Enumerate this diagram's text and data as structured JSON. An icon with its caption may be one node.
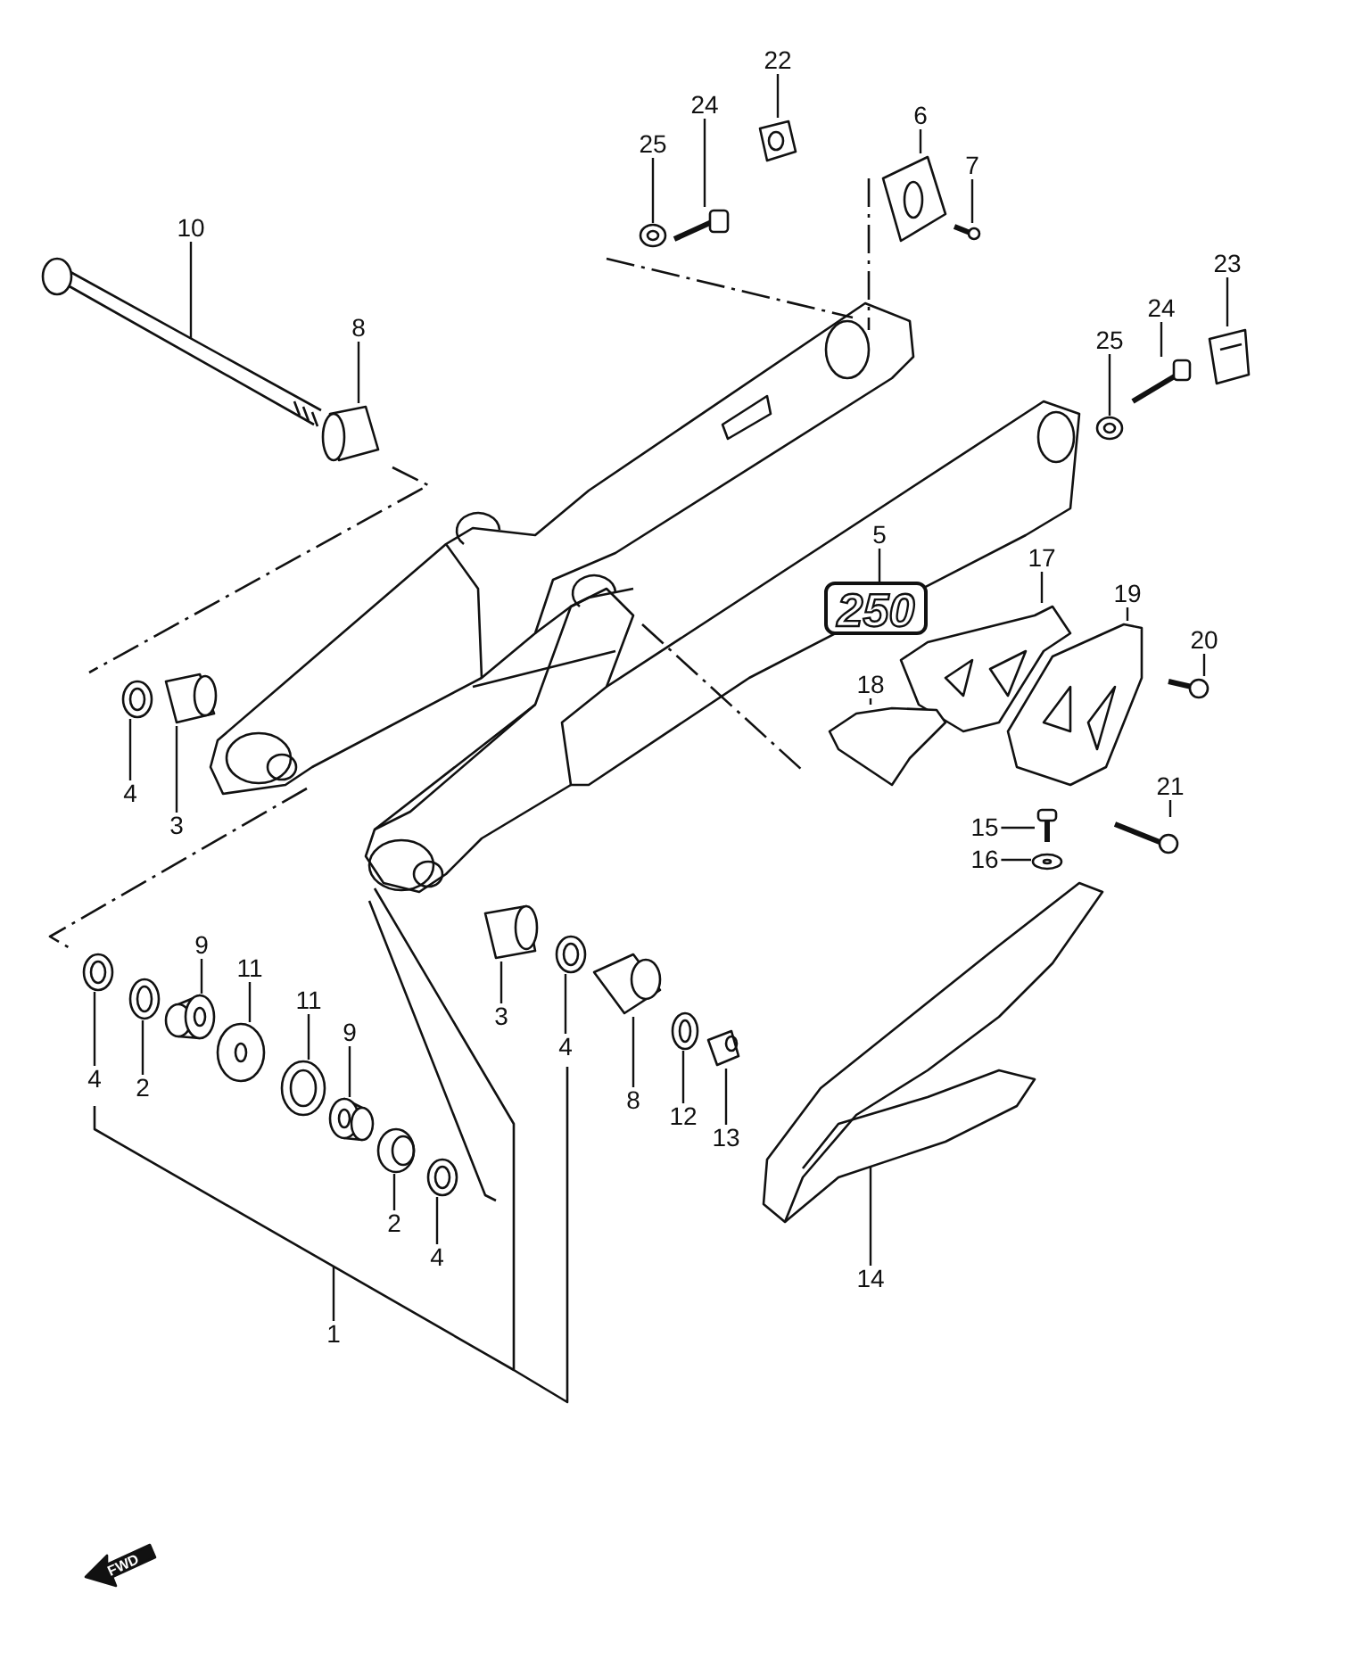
{
  "diagram": {
    "nodes": [
      {
        "text": [
          "22"
        ]
      },
      {
        "text": [
          "24"
        ]
      },
      {
        "text": [
          "6"
        ]
      },
      {
        "text": [
          "25"
        ]
      },
      {
        "text": [
          "7"
        ]
      },
      {
        "text": [
          "10"
        ]
      },
      {
        "text": [
          "23"
        ]
      },
      {
        "text": [
          "24"
        ]
      },
      {
        "text": [
          "8"
        ]
      },
      {
        "text": [
          "25"
        ]
      },
      {
        "text": [
          "5"
        ]
      },
      {
        "text": [
          "17"
        ]
      },
      {
        "text": [
          "19"
        ]
      },
      {
        "text": [
          "20"
        ]
      },
      {
        "text": [
          "18"
        ]
      },
      {
        "text": [
          "21"
        ]
      },
      {
        "text": [
          "4"
        ]
      },
      {
        "text": [
          "3"
        ]
      },
      {
        "text": [
          "15"
        ]
      },
      {
        "text": [
          "16"
        ]
      },
      {
        "text": [
          "9"
        ]
      },
      {
        "text": [
          "11"
        ]
      },
      {
        "text": [
          "11"
        ]
      },
      {
        "text": [
          "3"
        ]
      },
      {
        "text": [
          "9"
        ]
      },
      {
        "text": [
          "4"
        ]
      },
      {
        "text": [
          "4"
        ]
      },
      {
        "text": [
          "2"
        ]
      },
      {
        "text": [
          "8"
        ]
      },
      {
        "text": [
          "12"
        ]
      },
      {
        "text": [
          "13"
        ]
      },
      {
        "text": [
          "2"
        ]
      },
      {
        "text": [
          "4"
        ]
      },
      {
        "text": [
          "14"
        ]
      },
      {
        "text": [
          "1"
        ]
      },
      {
        "text": [
          "250"
        ]
      },
      {
        "text": [],
        "shape": "picture"
      },
      {
        "text": [],
        "shape": "picture"
      },
      {
        "text": [],
        "shape": "picture"
      },
      {
        "text": [],
        "shape": "picture"
      },
      {
        "text": [],
        "shape": "picture"
      },
      {
        "text": [],
        "shape": "picture"
      },
      {
        "text": [],
        "shape": "picture"
      },
      {
        "text": [],
        "shape": "picture"
      },
      {
        "text": [],
        "shape": "picture"
      },
      {
        "text": [],
        "shape": "picture"
      },
      {
        "text": [],
        "shape": "picture"
      },
      {
        "text": [],
        "shape": "picture"
      },
      {
        "text": [],
        "shape": "picture"
      },
      {
        "text": [],
        "shape": "picture"
      },
      {
        "text": [],
        "shape": "picture"
      },
      {
        "text": [],
        "shape": "picture"
      },
      {
        "text": [],
        "shape": "picture"
      },
      {
        "text": [],
        "shape": "picture"
      },
      {
        "text": [],
        "shape": "picture"
      },
      {
        "text": [],
        "shape": "picture"
      },
      {
        "text": [],
        "shape": "picture"
      },
      {
        "text": [],
        "shape": "picture"
      },
      {
        "text": [],
        "shape": "picture"
      },
      {
        "text": [],
        "shape": "picture"
      },
      {
        "text": [],
        "shape": "picture"
      },
      {
        "text": [],
        "shape": "picture"
      },
      {
        "text": [],
        "shape": "picture"
      },
      {
        "text": [],
        "shape": "picture"
      },
      {
        "text": [],
        "shape": "picture"
      },
      {
        "text": [],
        "shape": "picture"
      },
      {
        "text": [],
        "shape": "picture"
      },
      {
        "text": [],
        "shape": "picture"
      },
      {
        "text": [],
        "shape": "picture"
      }
    ],
    "edges": [
      {
        "from": 0,
        "to": 36,
        "arrow": "none"
      },
      {
        "from": 1,
        "to": 37,
        "arrow": "none"
      },
      {
        "from": 2,
        "to": 38,
        "arrow": "none"
      },
      {
        "from": 3,
        "to": 39,
        "arrow": "none"
      },
      {
        "from": 4,
        "to": 40,
        "arrow": "none"
      },
      {
        "from": 5,
        "to": 41,
        "arrow": "none"
      },
      {
        "from": 6,
        "to": 42,
        "arrow": "none"
      },
      {
        "from": 7,
        "to": 43,
        "arrow": "none"
      },
      {
        "from": 8,
        "to": 44,
        "arrow": "none"
      },
      {
        "from": 9,
        "to": 45,
        "arrow": "none"
      },
      {
        "from": 10,
        "to": 35,
        "arrow": "none"
      },
      {
        "from": 11,
        "to": 46,
        "arrow": "none"
      },
      {
        "from": 12,
        "to": 47,
        "arrow": "none"
      },
      {
        "from": 13,
        "to": 48,
        "arrow": "none"
      },
      {
        "from": 14,
        "to": 49,
        "arrow": "none"
      },
      {
        "from": 15,
        "to": 50,
        "arrow": "none"
      },
      {
        "from": 16,
        "to": 51,
        "arrow": "none"
      },
      {
        "from": 17,
        "to": 52,
        "arrow": "none"
      },
      {
        "from": 18,
        "to": 53,
        "arrow": "none"
      },
      {
        "from": 19,
        "to": 54,
        "arrow": "none"
      },
      {
        "from": 20,
        "to": 55,
        "arrow": "none"
      },
      {
        "from": 21,
        "to": 56,
        "arrow": "none"
      },
      {
        "from": 22,
        "to": 57,
        "arrow": "none"
      },
      {
        "from": 23,
        "to": 58,
        "arrow": "none"
      },
      {
        "from": 24,
        "to": 59,
        "arrow": "none"
      },
      {
        "from": 25,
        "to": 60,
        "arrow": "none"
      },
      {
        "from": 26,
        "to": 61,
        "arrow": "none"
      },
      {
        "from": 27,
        "to": 62,
        "arrow": "none"
      },
      {
        "from": 28,
        "to": 63,
        "arrow": "none"
      },
      {
        "from": 29,
        "to": 64,
        "arrow": "none"
      },
      {
        "from": 30,
        "to": 65,
        "arrow": "none"
      },
      {
        "from": 31,
        "to": 66,
        "arrow": "none"
      },
      {
        "from": 32,
        "to": 67,
        "arrow": "none"
      },
      {
        "from": 33,
        "to": 68,
        "arrow": "none"
      },
      {
        "from": 34,
        "to": null,
        "arrow": "none"
      }
    ],
    "labels": [
      "FWD"
    ]
  }
}
